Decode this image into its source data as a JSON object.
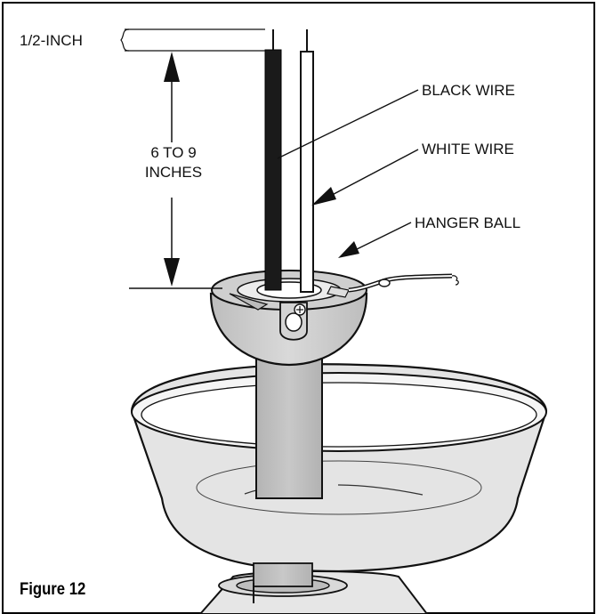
{
  "labels": {
    "half_inch": "1/2-INCH",
    "length_line1": "6 TO 9",
    "length_line2": "INCHES",
    "black_wire": "BLACK WIRE",
    "white_wire": "WHITE WIRE",
    "hanger_ball": "HANGER BALL"
  },
  "caption": "Figure 12",
  "colors": {
    "shade": "#d6d6d6",
    "shade_dark": "#a8a8a8",
    "ink": "#111111",
    "canopy": "#e4e4e4"
  }
}
